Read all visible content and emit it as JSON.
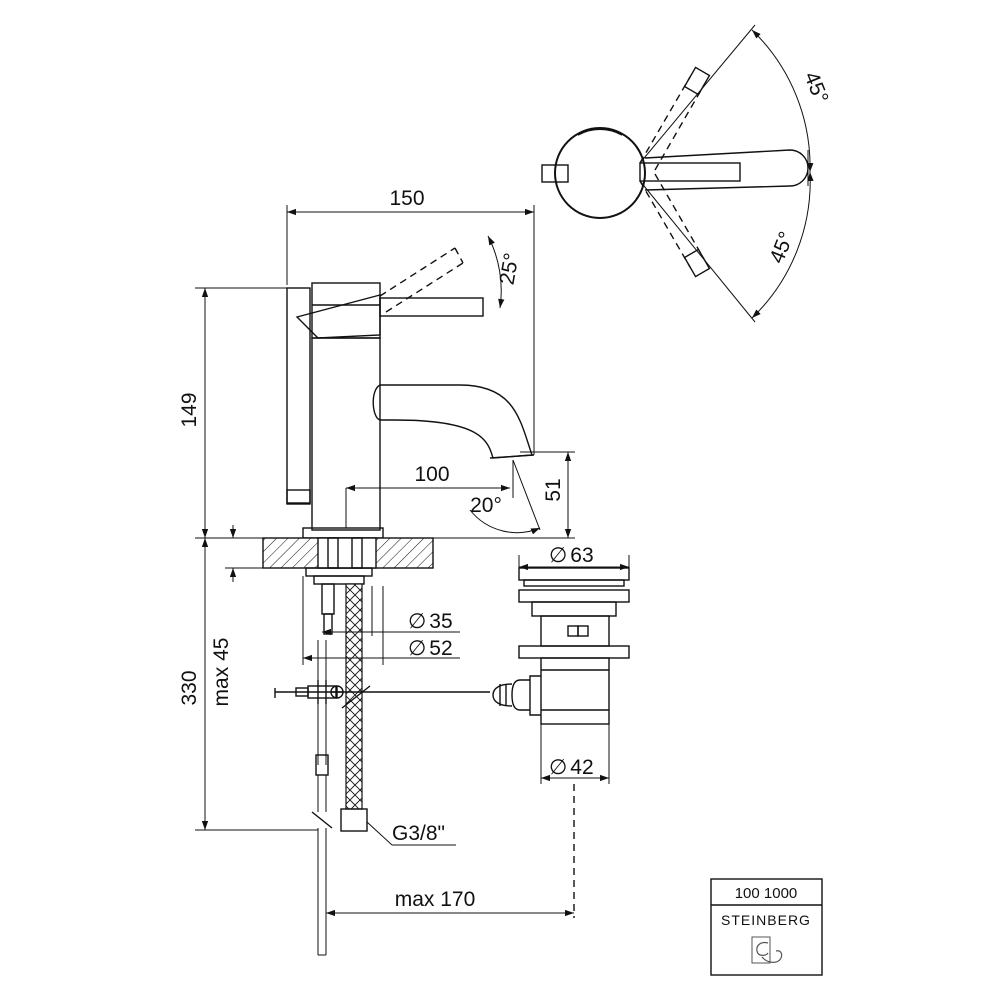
{
  "drawing": {
    "dimensions": {
      "width_150": "150",
      "height_149": "149",
      "spout_100": "100",
      "spout_51": "51",
      "angle_20": "20°",
      "angle_25": "25°",
      "angle_45_top": "45°",
      "angle_45_bottom": "45°",
      "dia_63": "63",
      "dia_35": "35",
      "dia_52": "52",
      "dia_42": "42",
      "len_330": "330",
      "max_45": "max 45",
      "max_170": "max 170",
      "thread": "G3/8\""
    },
    "diameter_symbol": "∅",
    "title_block": {
      "article_number": "100 1000",
      "brand": "STEINBERG"
    }
  }
}
